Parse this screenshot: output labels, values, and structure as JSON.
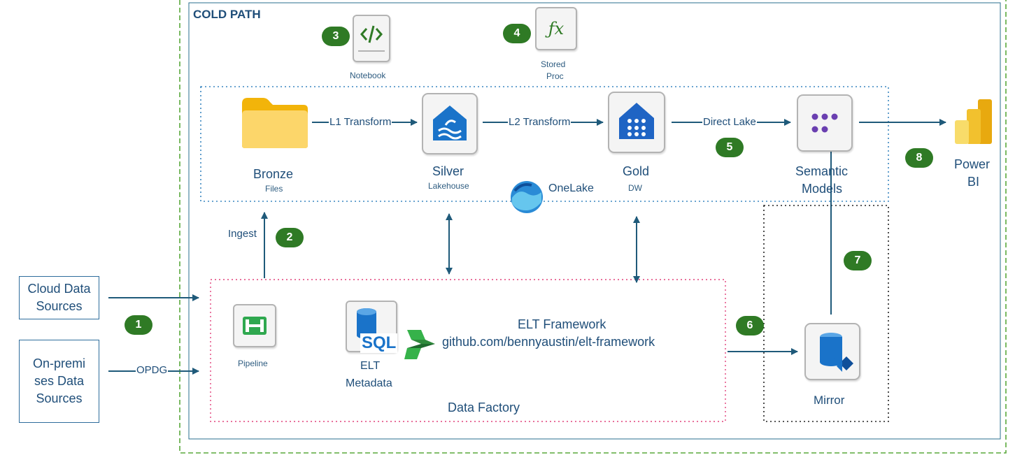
{
  "title": "COLD PATH",
  "sources": {
    "cloud": "Cloud Data Sources",
    "onprem": "On-premises Data Sources",
    "opdg": "OPDG"
  },
  "tools": {
    "notebook": "Notebook",
    "stored_proc_1": "Stored",
    "stored_proc_2": "Proc"
  },
  "layers": {
    "bronze": {
      "name": "Bronze",
      "sub": "Files"
    },
    "silver": {
      "name": "Silver",
      "sub": "Lakehouse"
    },
    "gold": {
      "name": "Gold",
      "sub": "DW"
    },
    "semantic_1": "Semantic",
    "semantic_2": "Models",
    "onelake": "OneLake"
  },
  "transforms": {
    "l1": "L1 Transform",
    "l2": "L2 Transform",
    "direct_lake": "Direct Lake",
    "ingest": "Ingest"
  },
  "powerbi": {
    "line1": "Power",
    "line2": "BI"
  },
  "factory": {
    "pipeline": "Pipeline",
    "elt_meta_1": "ELT",
    "elt_meta_2": "Metadata",
    "sql": "SQL",
    "framework_title": "ELT Framework",
    "framework_url": "github.com/bennyaustin/elt-framework",
    "name": "Data Factory"
  },
  "mirror": "Mirror",
  "steps": [
    "1",
    "2",
    "3",
    "4",
    "5",
    "6",
    "7",
    "8"
  ],
  "colors": {
    "outer_dash": "#5aa83c",
    "onelake_dot": "#3a86c0",
    "factory_dot": "#e0407a",
    "arrow": "#1f5a7a",
    "badge": "#2f7a25"
  }
}
